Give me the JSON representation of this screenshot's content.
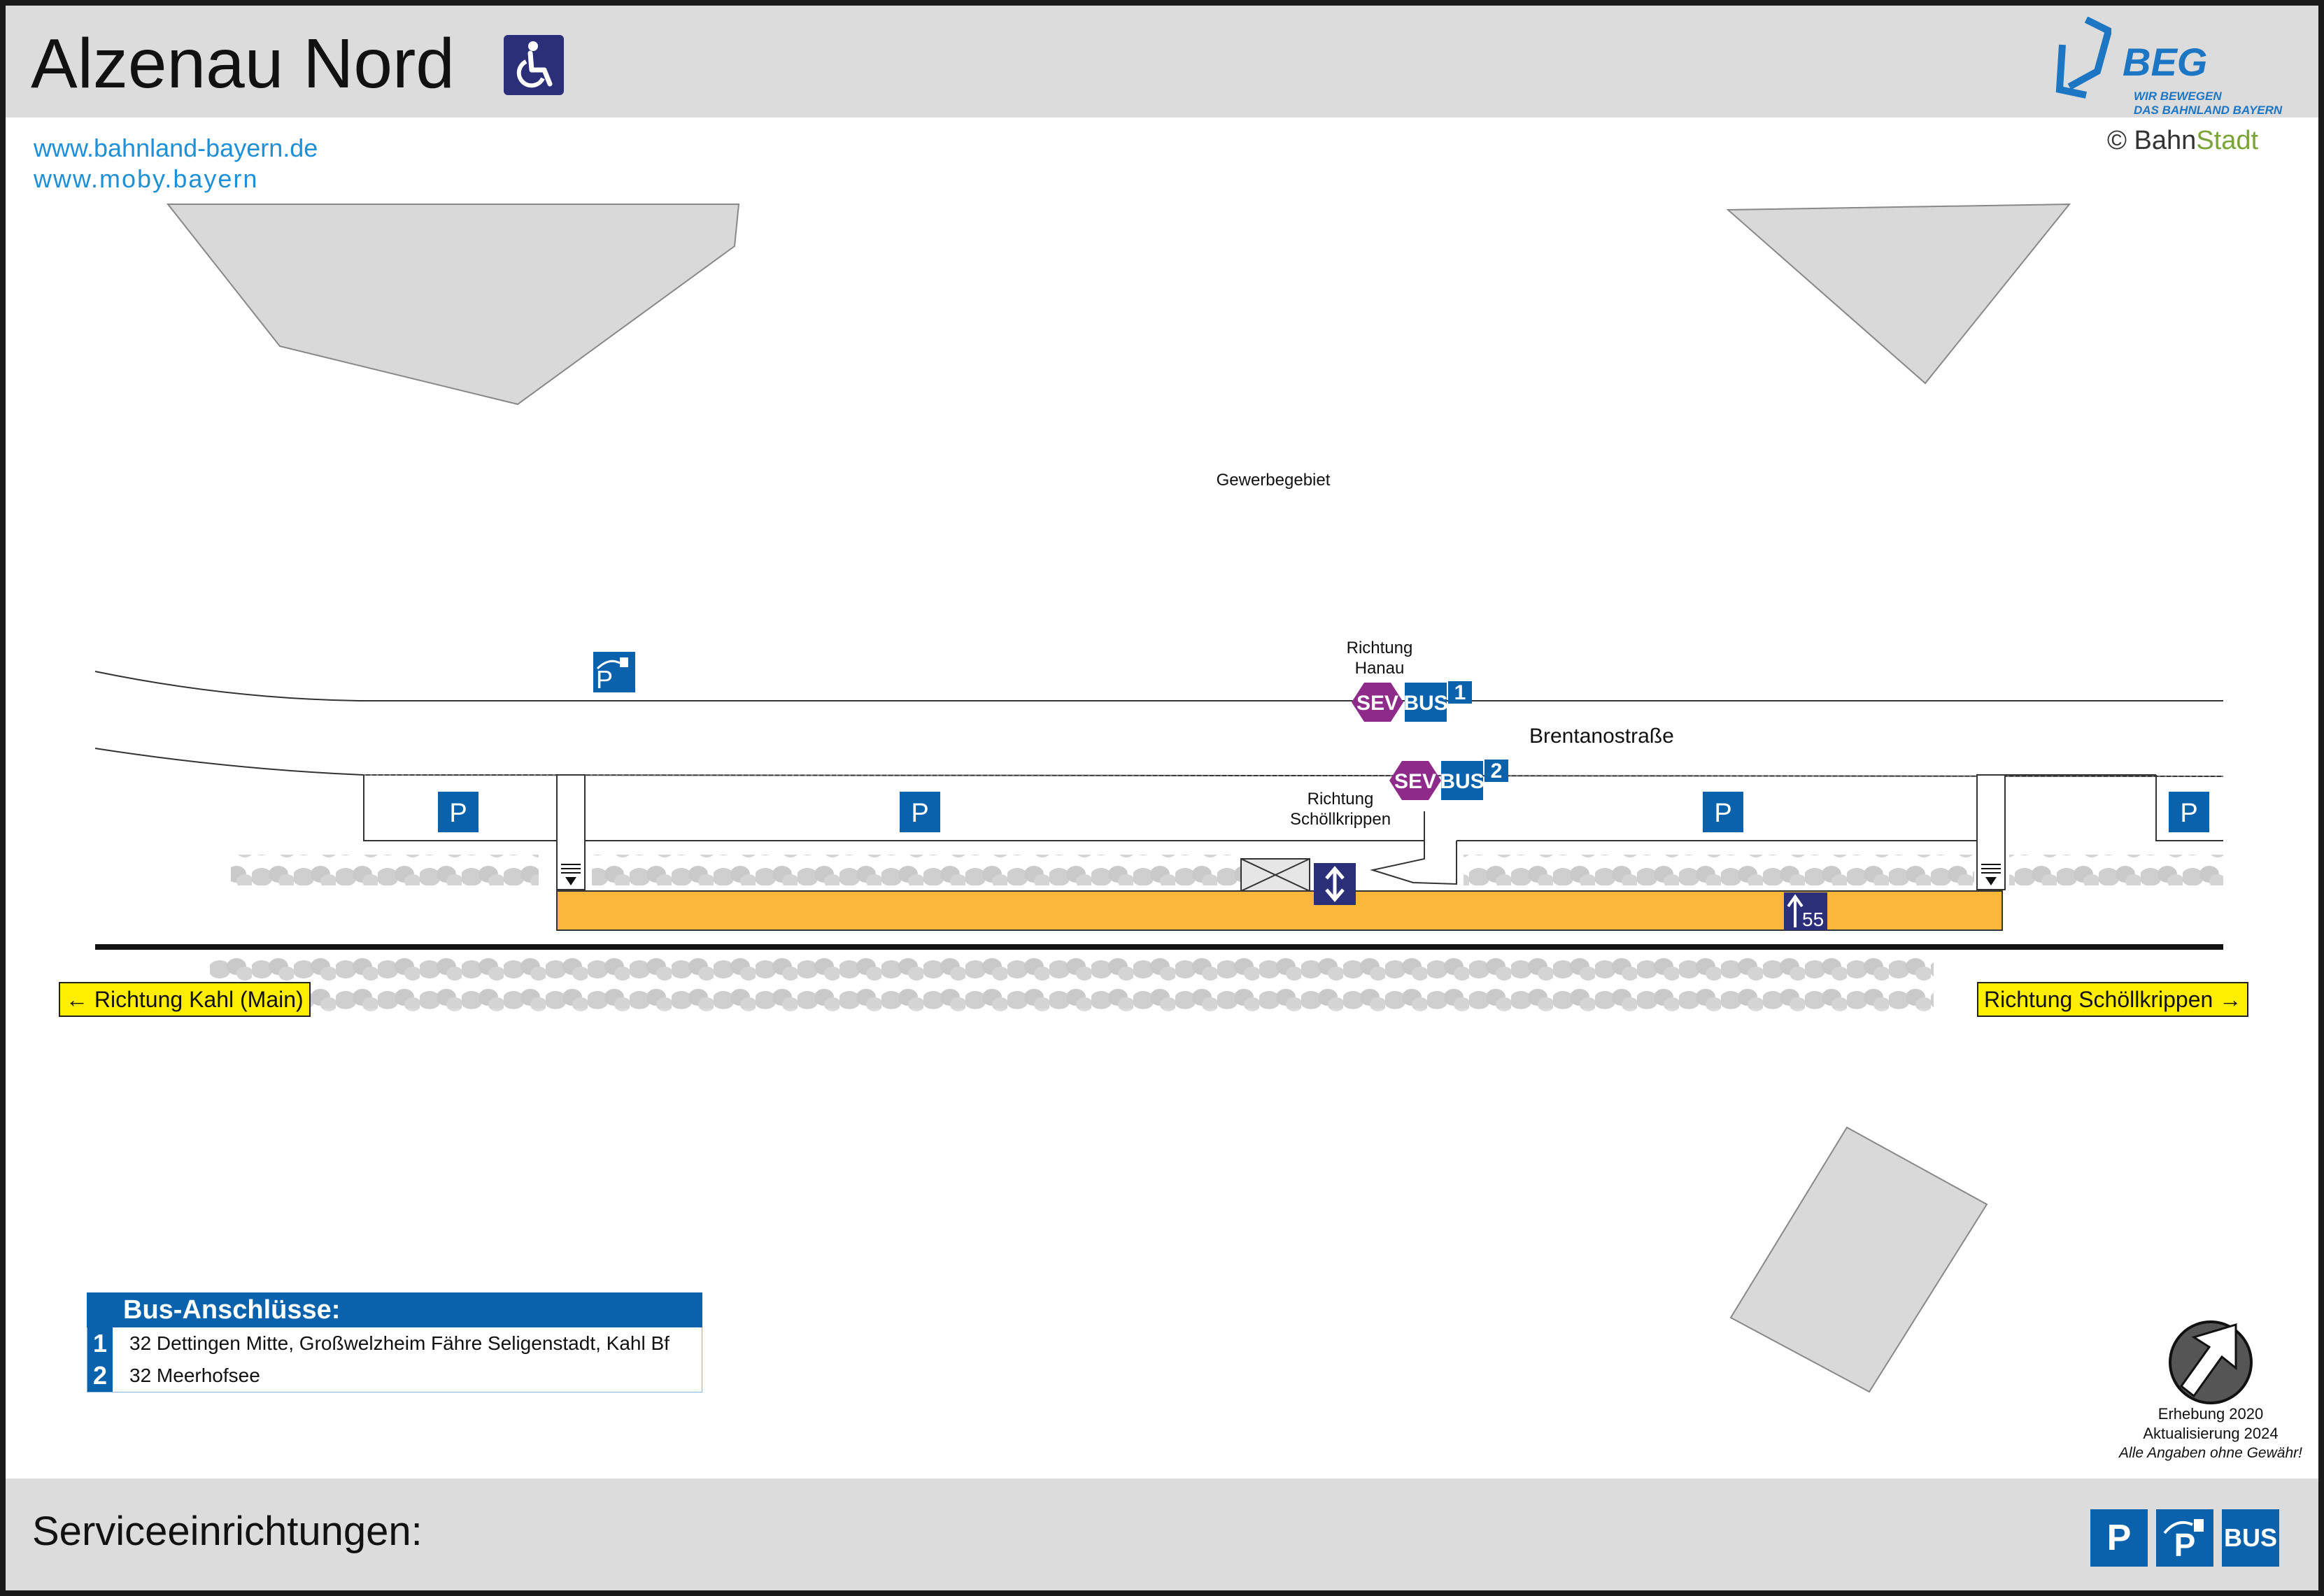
{
  "header": {
    "title": "Alzenau Nord",
    "accessibility_icon": "wheelchair-icon",
    "links": [
      "www.bahnland-bayern.de",
      "www.moby.bayern"
    ],
    "logo": {
      "name": "BEG",
      "tagline_1": "WIR BEWEGEN",
      "tagline_2": "DAS BAHNLAND BAYERN"
    },
    "copyright": {
      "prefix": "© Bahn",
      "suffix": "Stadt"
    }
  },
  "map": {
    "area_label": "Gewerbegebiet",
    "street_label": "Brentanostraße",
    "bus_stops": [
      {
        "number": "1",
        "direction": "Richtung\nHanau",
        "sev": "SEV",
        "bus": "BUS"
      },
      {
        "number": "2",
        "direction": "Richtung\nSchöllkrippen",
        "sev": "SEV",
        "bus": "BUS"
      }
    ],
    "parking_label": "P",
    "platform_height_label": "55",
    "direction_left": "Richtung Kahl (Main)",
    "direction_right": "Richtung Schöllkrippen",
    "colors": {
      "platform": "#fbb63c",
      "parking": "#0a62ad",
      "sev": "#8e2a8a",
      "direction_signs": "#ffee00",
      "buildings": "#d9d9d9",
      "vegetation": "#cfcfcf",
      "lift": "#2b2f7a"
    },
    "icons": [
      "ev-charging-parking-icon",
      "lift-icon",
      "ramp-icon",
      "platform-height-icon",
      "stairs-icon",
      "north-arrow-icon"
    ]
  },
  "bus_connections": {
    "title": "Bus-Anschlüsse:",
    "rows": [
      {
        "number": "1",
        "text": "32 Dettingen Mitte, Großwelzheim Fähre Seligenstadt, Kahl Bf"
      },
      {
        "number": "2",
        "text": "32 Meerhofsee"
      }
    ]
  },
  "footnote": {
    "survey": "Erhebung 2020",
    "update": "Aktualisierung 2024",
    "disclaimer": "Alle Angaben ohne Gewähr!"
  },
  "footer": {
    "label": "Serviceeinrichtungen:",
    "services": [
      {
        "icon": "parking-icon",
        "label": "P"
      },
      {
        "icon": "ev-charging-parking-icon",
        "label": "P"
      },
      {
        "icon": "bus-icon",
        "label": "BUS"
      }
    ]
  }
}
